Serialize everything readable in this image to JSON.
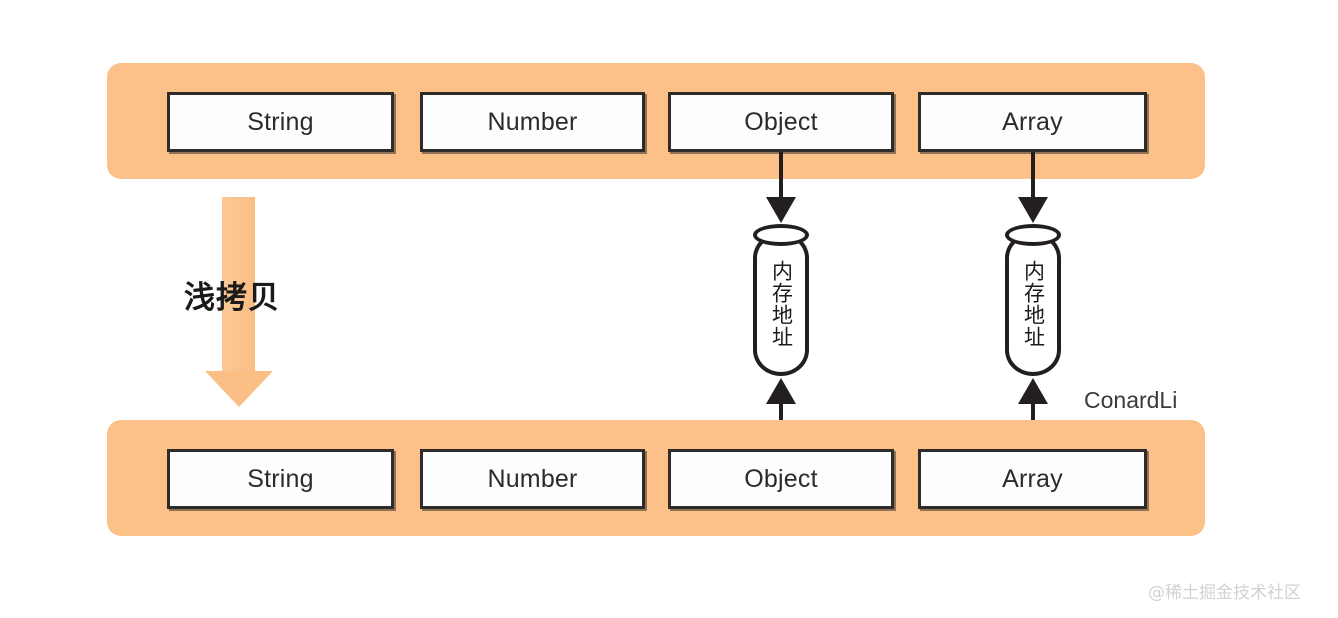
{
  "diagram": {
    "title_label": "浅拷贝",
    "author_credit": "ConardLi",
    "site_watermark": "@稀土掘金技术社区",
    "colors": {
      "band": "#fbc189",
      "arrow_orange": "#fabf85",
      "box_border": "#2f2b29",
      "box_fill": "#fdfdfd",
      "connector": "#231f1e",
      "watermark": "#d2d2d2"
    },
    "source_row": {
      "name": "original-object-row",
      "boxes": [
        {
          "label": "String",
          "has_reference": false
        },
        {
          "label": "Number",
          "has_reference": false
        },
        {
          "label": "Object",
          "has_reference": true
        },
        {
          "label": "Array",
          "has_reference": true
        }
      ]
    },
    "copy_row": {
      "name": "shallow-copy-row",
      "boxes": [
        {
          "label": "String",
          "has_reference": false
        },
        {
          "label": "Number",
          "has_reference": false
        },
        {
          "label": "Object",
          "has_reference": true
        },
        {
          "label": "Array",
          "has_reference": true
        }
      ]
    },
    "memory_refs": [
      {
        "label": "内存地址",
        "from": "Object",
        "to": "Object"
      },
      {
        "label": "内存地址",
        "from": "Array",
        "to": "Array"
      }
    ]
  }
}
